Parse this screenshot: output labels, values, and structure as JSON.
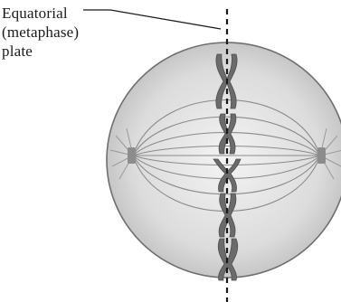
{
  "annotation": {
    "lines": [
      "Equatorial",
      "(metaphase)",
      "plate"
    ]
  },
  "colors": {
    "cell_fill": "#d9d9d9",
    "cell_edge": "#6f6f6f",
    "spindle": "#8a8a8a",
    "centrosome": "#8c8c8c",
    "chromosome": "#6b6b6b",
    "plate_line": "#1a1a1a",
    "label_text": "#1a1a1a"
  }
}
